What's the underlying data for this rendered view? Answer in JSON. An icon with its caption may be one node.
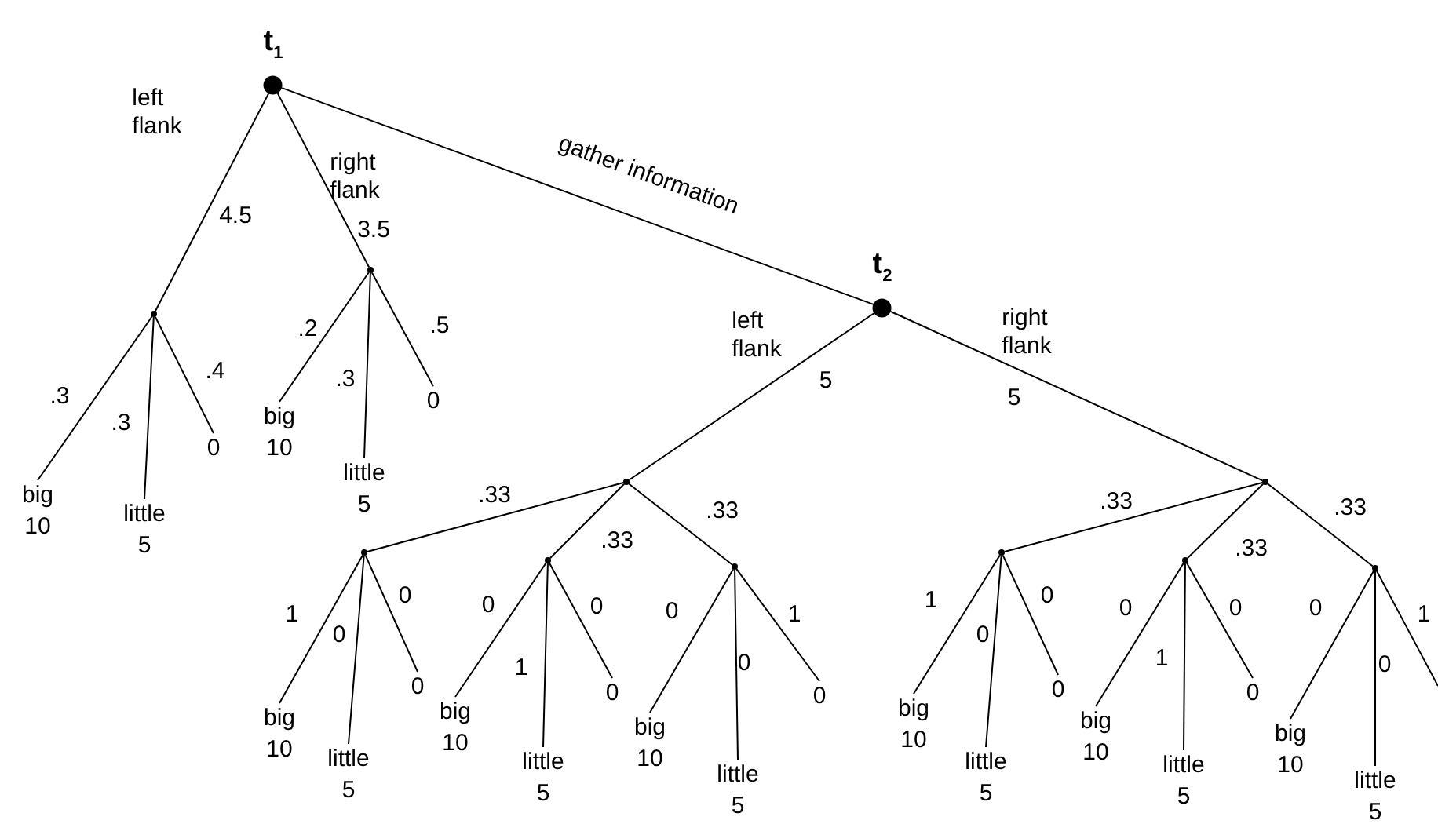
{
  "diagram": {
    "nodes": [
      {
        "text": [
          "t$_{1}$"
        ]
      },
      {
        "text": [],
        "shape": "circle"
      },
      {
        "text": [],
        "shape": "circle"
      },
      {
        "text": [
          "t$_{2}$"
        ]
      },
      {
        "text": [],
        "shape": "circle"
      },
      {
        "text": [],
        "shape": "circle"
      },
      {
        "text": [],
        "shape": "circle"
      },
      {
        "text": [],
        "shape": "circle"
      },
      {
        "text": [],
        "shape": "circle"
      },
      {
        "text": [],
        "shape": "circle"
      },
      {
        "text": [],
        "shape": "circle"
      },
      {
        "text": [],
        "shape": "circle"
      },
      {
        "text": [
          "big 10"
        ]
      },
      {
        "text": [
          "little 5"
        ]
      },
      {
        "text": [
          "0"
        ]
      },
      {
        "text": [
          "big 10"
        ]
      },
      {
        "text": [
          "little 5"
        ]
      },
      {
        "text": [
          "0"
        ]
      },
      {
        "text": [
          "big 10"
        ]
      },
      {
        "text": [
          "little 5"
        ]
      },
      {
        "text": [
          "0"
        ]
      },
      {
        "text": [
          "big 10"
        ]
      },
      {
        "text": [
          "little 5"
        ]
      },
      {
        "text": [
          "0"
        ]
      },
      {
        "text": [
          "big 10"
        ]
      },
      {
        "text": [
          "little 5"
        ]
      },
      {
        "text": [
          "0"
        ]
      },
      {
        "text": [
          "big 10"
        ]
      },
      {
        "text": [
          "little 5"
        ]
      },
      {
        "text": [
          "0"
        ]
      },
      {
        "text": [
          "big 10"
        ]
      },
      {
        "text": [
          "little 5"
        ]
      },
      {
        "text": [
          "0"
        ]
      },
      {
        "text": [
          "big 10"
        ]
      },
      {
        "text": [
          "little 5"
        ]
      }
    ],
    "edges": [
      {
        "from": 0,
        "to": 1,
        "arrow": "none",
        "label": "left flank"
      },
      {
        "from": 0,
        "to": 2,
        "arrow": "none",
        "label": "right flank"
      },
      {
        "from": 0,
        "to": 3,
        "arrow": "none",
        "label": "gather information"
      },
      {
        "from": 3,
        "to": 4,
        "arrow": "none",
        "label": "left flank"
      },
      {
        "from": 3,
        "to": 5,
        "arrow": "none",
        "label": "right flank"
      },
      {
        "from": 1,
        "to": 12,
        "arrow": "none",
        "label": ".3"
      },
      {
        "from": 1,
        "to": 13,
        "arrow": "none",
        "label": ".3"
      },
      {
        "from": 1,
        "to": 14,
        "arrow": "none",
        "label": ".4"
      },
      {
        "from": 2,
        "to": 15,
        "arrow": "none",
        "label": ".2"
      },
      {
        "from": 2,
        "to": 16,
        "arrow": "none",
        "label": ".3"
      },
      {
        "from": 2,
        "to": 17,
        "arrow": "none",
        "label": ".5"
      },
      {
        "from": 4,
        "to": 6,
        "arrow": "none",
        "label": ".33"
      },
      {
        "from": 4,
        "to": 7,
        "arrow": "none",
        "label": ".33"
      },
      {
        "from": 4,
        "to": 8,
        "arrow": "none",
        "label": ".33"
      },
      {
        "from": 5,
        "to": 9,
        "arrow": "none",
        "label": ".33"
      },
      {
        "from": 5,
        "to": 10,
        "arrow": "none",
        "label": ".33"
      },
      {
        "from": 5,
        "to": 11,
        "arrow": "none",
        "label": ".33"
      },
      {
        "from": 6,
        "to": 18,
        "arrow": "none",
        "label": "1"
      },
      {
        "from": 6,
        "to": 19,
        "arrow": "none",
        "label": "0"
      },
      {
        "from": 6,
        "to": 20,
        "arrow": "none",
        "label": "0"
      },
      {
        "from": 7,
        "to": 21,
        "arrow": "none",
        "label": "0"
      },
      {
        "from": 7,
        "to": 22,
        "arrow": "none",
        "label": "1"
      },
      {
        "from": 7,
        "to": 23,
        "arrow": "none",
        "label": "0"
      },
      {
        "from": 8,
        "to": 24,
        "arrow": "none",
        "label": "0"
      },
      {
        "from": 8,
        "to": 25,
        "arrow": "none",
        "label": "0"
      },
      {
        "from": 8,
        "to": 26,
        "arrow": "none",
        "label": "1"
      },
      {
        "from": 9,
        "to": 27,
        "arrow": "none",
        "label": "1"
      },
      {
        "from": 9,
        "to": 28,
        "arrow": "none",
        "label": "0"
      },
      {
        "from": 9,
        "to": 29,
        "arrow": "none",
        "label": "0"
      },
      {
        "from": 10,
        "to": 30,
        "arrow": "none",
        "label": "0"
      },
      {
        "from": 10,
        "to": 31,
        "arrow": "none",
        "label": "1"
      },
      {
        "from": 10,
        "to": 32,
        "arrow": "none",
        "label": "0"
      },
      {
        "from": 11,
        "to": 33,
        "arrow": "none",
        "label": "0"
      },
      {
        "from": 11,
        "to": 34,
        "arrow": "none",
        "label": "0"
      },
      {
        "from": 11,
        "to": null,
        "arrow": "none",
        "label": "1"
      }
    ],
    "labels": [
      "4.5",
      "3.5",
      "5",
      "5"
    ]
  }
}
